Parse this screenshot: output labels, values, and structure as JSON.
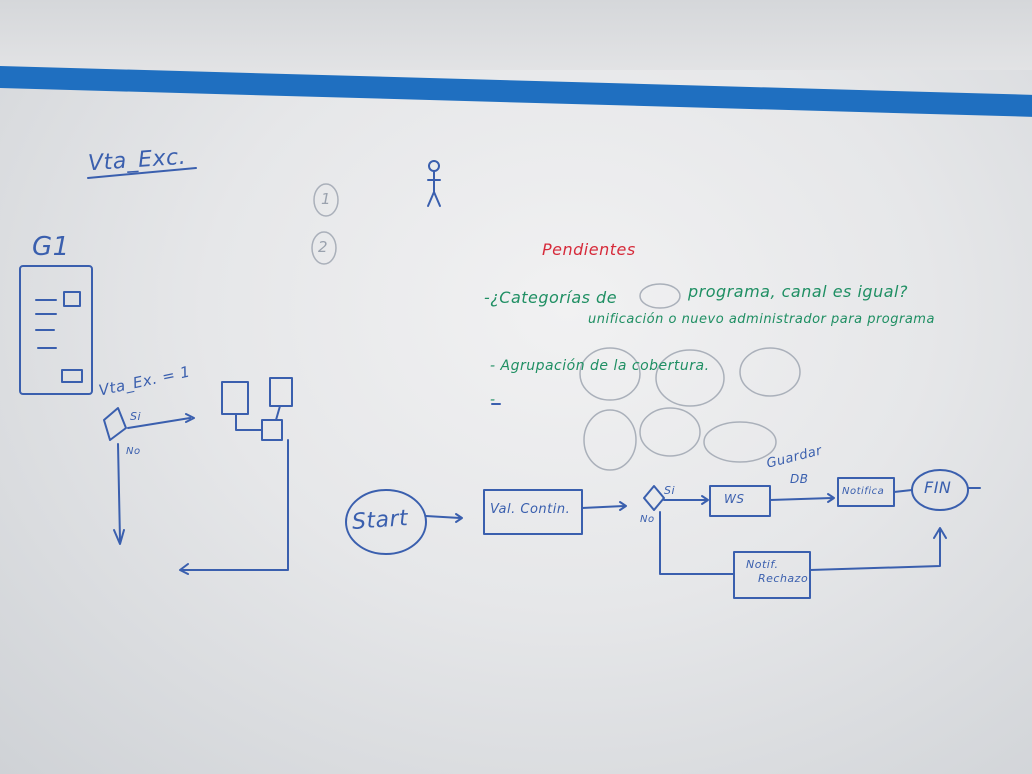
{
  "colors": {
    "stripe": "#1f6fc0",
    "marker_blue": "#3a5fae",
    "marker_green": "#1f8f63",
    "marker_red": "#d62a3a"
  },
  "left": {
    "title": "Vta_Exc.",
    "g1_label": "G1",
    "vta_condition": "Vta_Ex. = 1",
    "si_label": "Si",
    "no_label": "No"
  },
  "circles": {
    "one": "1",
    "two": "2"
  },
  "pendientes": {
    "heading": "Pendientes",
    "item1": "-¿Categorías de",
    "item1b": "programa, canal es igual?",
    "item1_note": "unificación o nuevo administrador para programa",
    "item2": "- Agrupación de la cobertura.",
    "item3": "-"
  },
  "flow": {
    "start": "Start",
    "val_contin": "Val. Contin.",
    "si": "Si",
    "no": "No",
    "ws": "WS",
    "guardar": "Guardar",
    "db": "DB",
    "notifica": "Notifica",
    "fin": "FIN",
    "notif_rechazo_1": "Notif.",
    "notif_rechazo_2": "Rechazo"
  }
}
